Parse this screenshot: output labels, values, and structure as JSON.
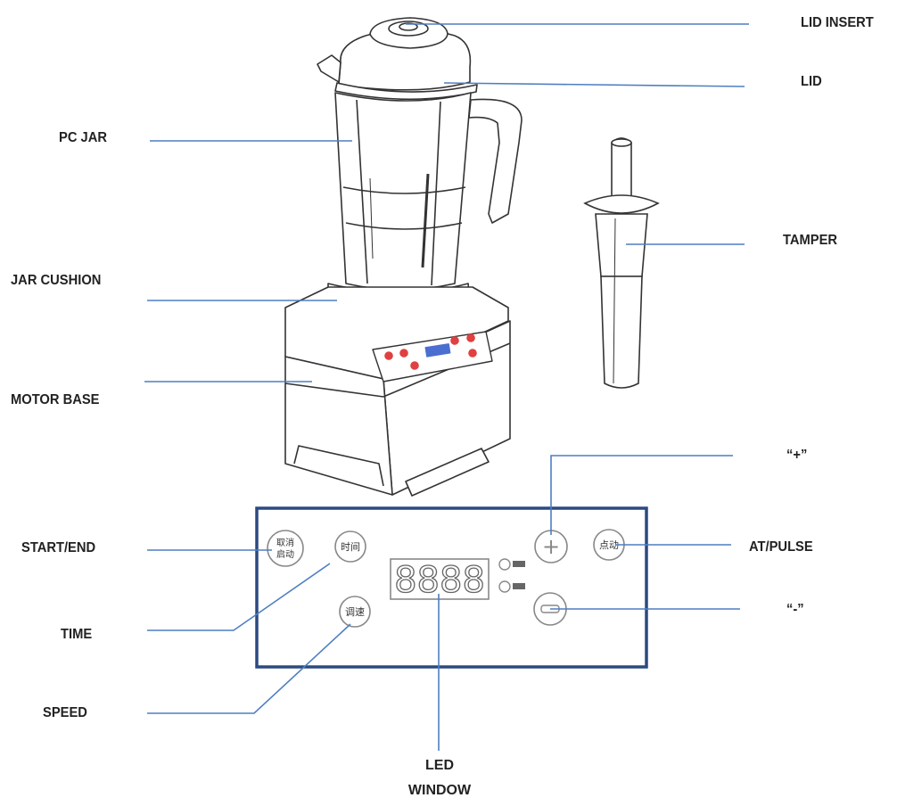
{
  "labels": {
    "lid_insert": "LID INSERT",
    "lid": "LID",
    "pc_jar": "PC JAR",
    "tamper": "TAMPER",
    "jar_cushion": "JAR CUSHION",
    "motor_base": "MOTOR BASE",
    "plus": "“+”",
    "start_end": "START/END",
    "at_pulse": "AT/PULSE",
    "time": "TIME",
    "minus": "“-”",
    "speed": "SPEED",
    "led_window_line1": "LED",
    "led_window_line2": "WINDOW"
  },
  "panel": {
    "start_button": "取消\n启动",
    "time_button": "时间",
    "speed_button": "调速",
    "pulse_button": "点动",
    "led_digits": "8888",
    "plus_symbol": "+",
    "minus_symbol": "−"
  },
  "colors": {
    "leader_line": "#4f7fc0",
    "panel_border": "#2b4a80",
    "drawing": "#333333"
  }
}
